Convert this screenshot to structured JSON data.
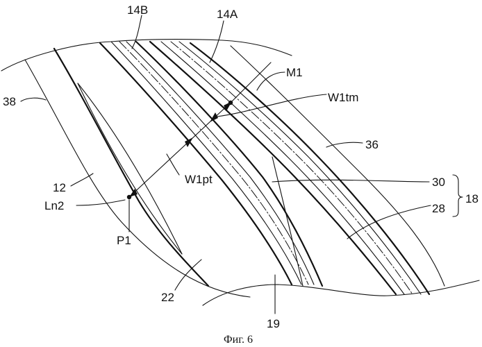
{
  "figure": {
    "caption": "Фиг. 6",
    "labels": {
      "l14B": "14B",
      "l14A": "14A",
      "l38": "38",
      "lM1": "M1",
      "lW1tm": "W1tm",
      "l36": "36",
      "l12": "12",
      "lW1pt": "W1pt",
      "l30": "30",
      "l18": "18",
      "lLn2": "Ln2",
      "l28": "28",
      "lP1": "P1",
      "l22": "22",
      "l19": "19"
    }
  }
}
